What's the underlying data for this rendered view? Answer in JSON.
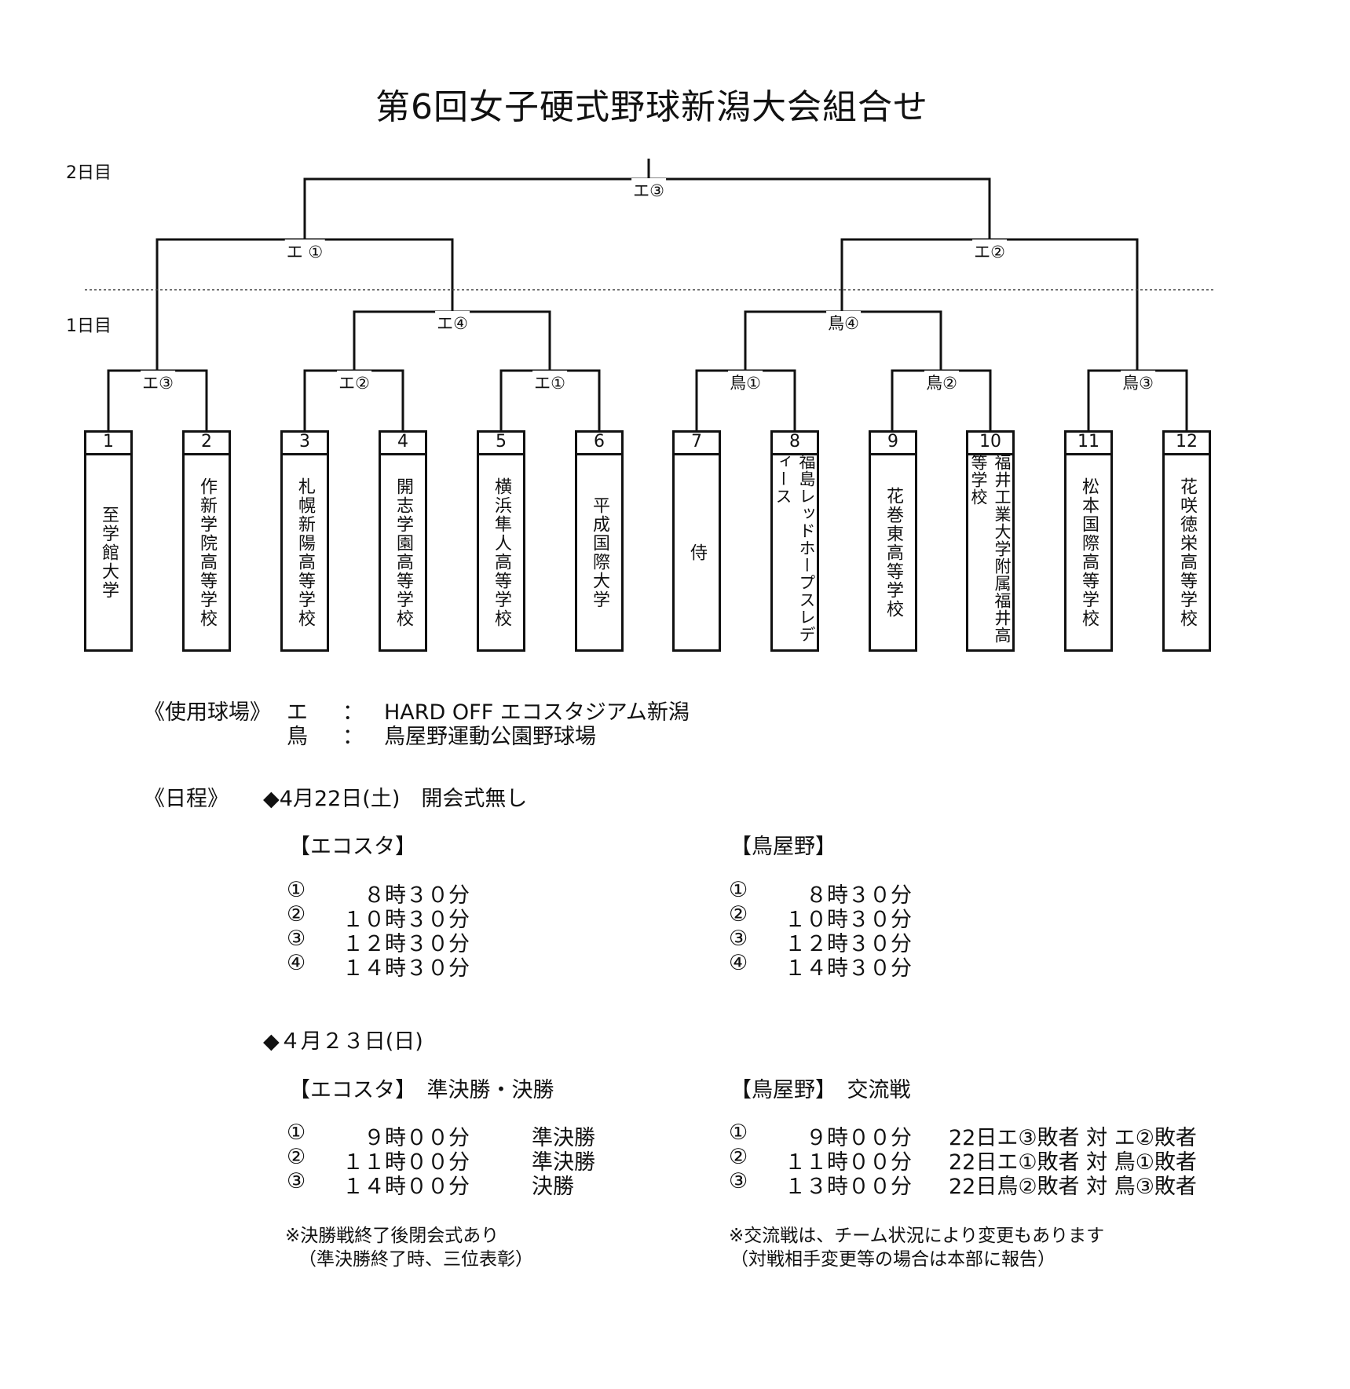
{
  "title": "第6回女子硬式野球新潟大会組合せ",
  "day_labels": {
    "day2": "2日目",
    "day1": "1日目"
  },
  "bracket": {
    "final": "エ③",
    "semi_left": "エ ①",
    "semi_right": "エ②",
    "qf": [
      "エ④",
      "鳥④"
    ],
    "r1": [
      "エ③",
      "エ②",
      "エ①",
      "鳥①",
      "鳥②",
      "鳥③"
    ]
  },
  "teams": [
    {
      "num": "1",
      "name": "至学館大学"
    },
    {
      "num": "2",
      "name": "作新学院高等学校"
    },
    {
      "num": "3",
      "name": "札幌新陽高等学校"
    },
    {
      "num": "4",
      "name": "開志学園高等学校"
    },
    {
      "num": "5",
      "name": "横浜隼人高等学校"
    },
    {
      "num": "6",
      "name": "平成国際大学"
    },
    {
      "num": "7",
      "name": "侍"
    },
    {
      "num": "8",
      "name": "福島レッドホープスレディース"
    },
    {
      "num": "9",
      "name": "花巻東高等学校"
    },
    {
      "num": "10",
      "name": "福井工業大学附属福井高等学校"
    },
    {
      "num": "11",
      "name": "松本国際高等学校"
    },
    {
      "num": "12",
      "name": "花咲徳栄高等学校"
    }
  ],
  "venues": {
    "label": "《使用球場》",
    "rows": [
      {
        "code": "エ",
        "sep": "：",
        "name": "HARD OFF エコスタジアム新潟"
      },
      {
        "code": "鳥",
        "sep": "：",
        "name": "鳥屋野運動公園野球場"
      }
    ]
  },
  "schedule": {
    "label": "《日程》",
    "day1": {
      "heading": "◆4月22日(土)　開会式無し",
      "left": {
        "title": "【エコスタ】",
        "rows": [
          {
            "no": "①",
            "time": "８時３０分"
          },
          {
            "no": "②",
            "time": "１０時３０分"
          },
          {
            "no": "③",
            "time": "１２時３０分"
          },
          {
            "no": "④",
            "time": "１４時３０分"
          }
        ]
      },
      "right": {
        "title": "【鳥屋野】",
        "rows": [
          {
            "no": "①",
            "time": "８時３０分"
          },
          {
            "no": "②",
            "time": "１０時３０分"
          },
          {
            "no": "③",
            "time": "１２時３０分"
          },
          {
            "no": "④",
            "time": "１４時３０分"
          }
        ]
      }
    },
    "day2": {
      "heading": "◆４月２３日(日)",
      "left": {
        "title": "【エコスタ】　準決勝・決勝",
        "rows": [
          {
            "no": "①",
            "time": "９時００分",
            "note": "準決勝"
          },
          {
            "no": "②",
            "time": "１１時００分",
            "note": "準決勝"
          },
          {
            "no": "③",
            "time": "１４時００分",
            "note": "決勝"
          }
        ],
        "footnote": [
          "※決勝戦終了後閉会式あり",
          "（準決勝終了時、三位表彰）"
        ]
      },
      "right": {
        "title": "【鳥屋野】　交流戦",
        "rows": [
          {
            "no": "①",
            "time": "９時００分",
            "note": "22日エ③敗者 対 エ②敗者"
          },
          {
            "no": "②",
            "time": "１１時００分",
            "note": "22日エ①敗者 対 鳥①敗者"
          },
          {
            "no": "③",
            "time": "１３時００分",
            "note": "22日鳥②敗者 対 鳥③敗者"
          }
        ],
        "footnote": [
          "※交流戦は、チーム状況により変更もあります",
          "（対戦相手変更等の場合は本部に報告）"
        ]
      }
    }
  }
}
